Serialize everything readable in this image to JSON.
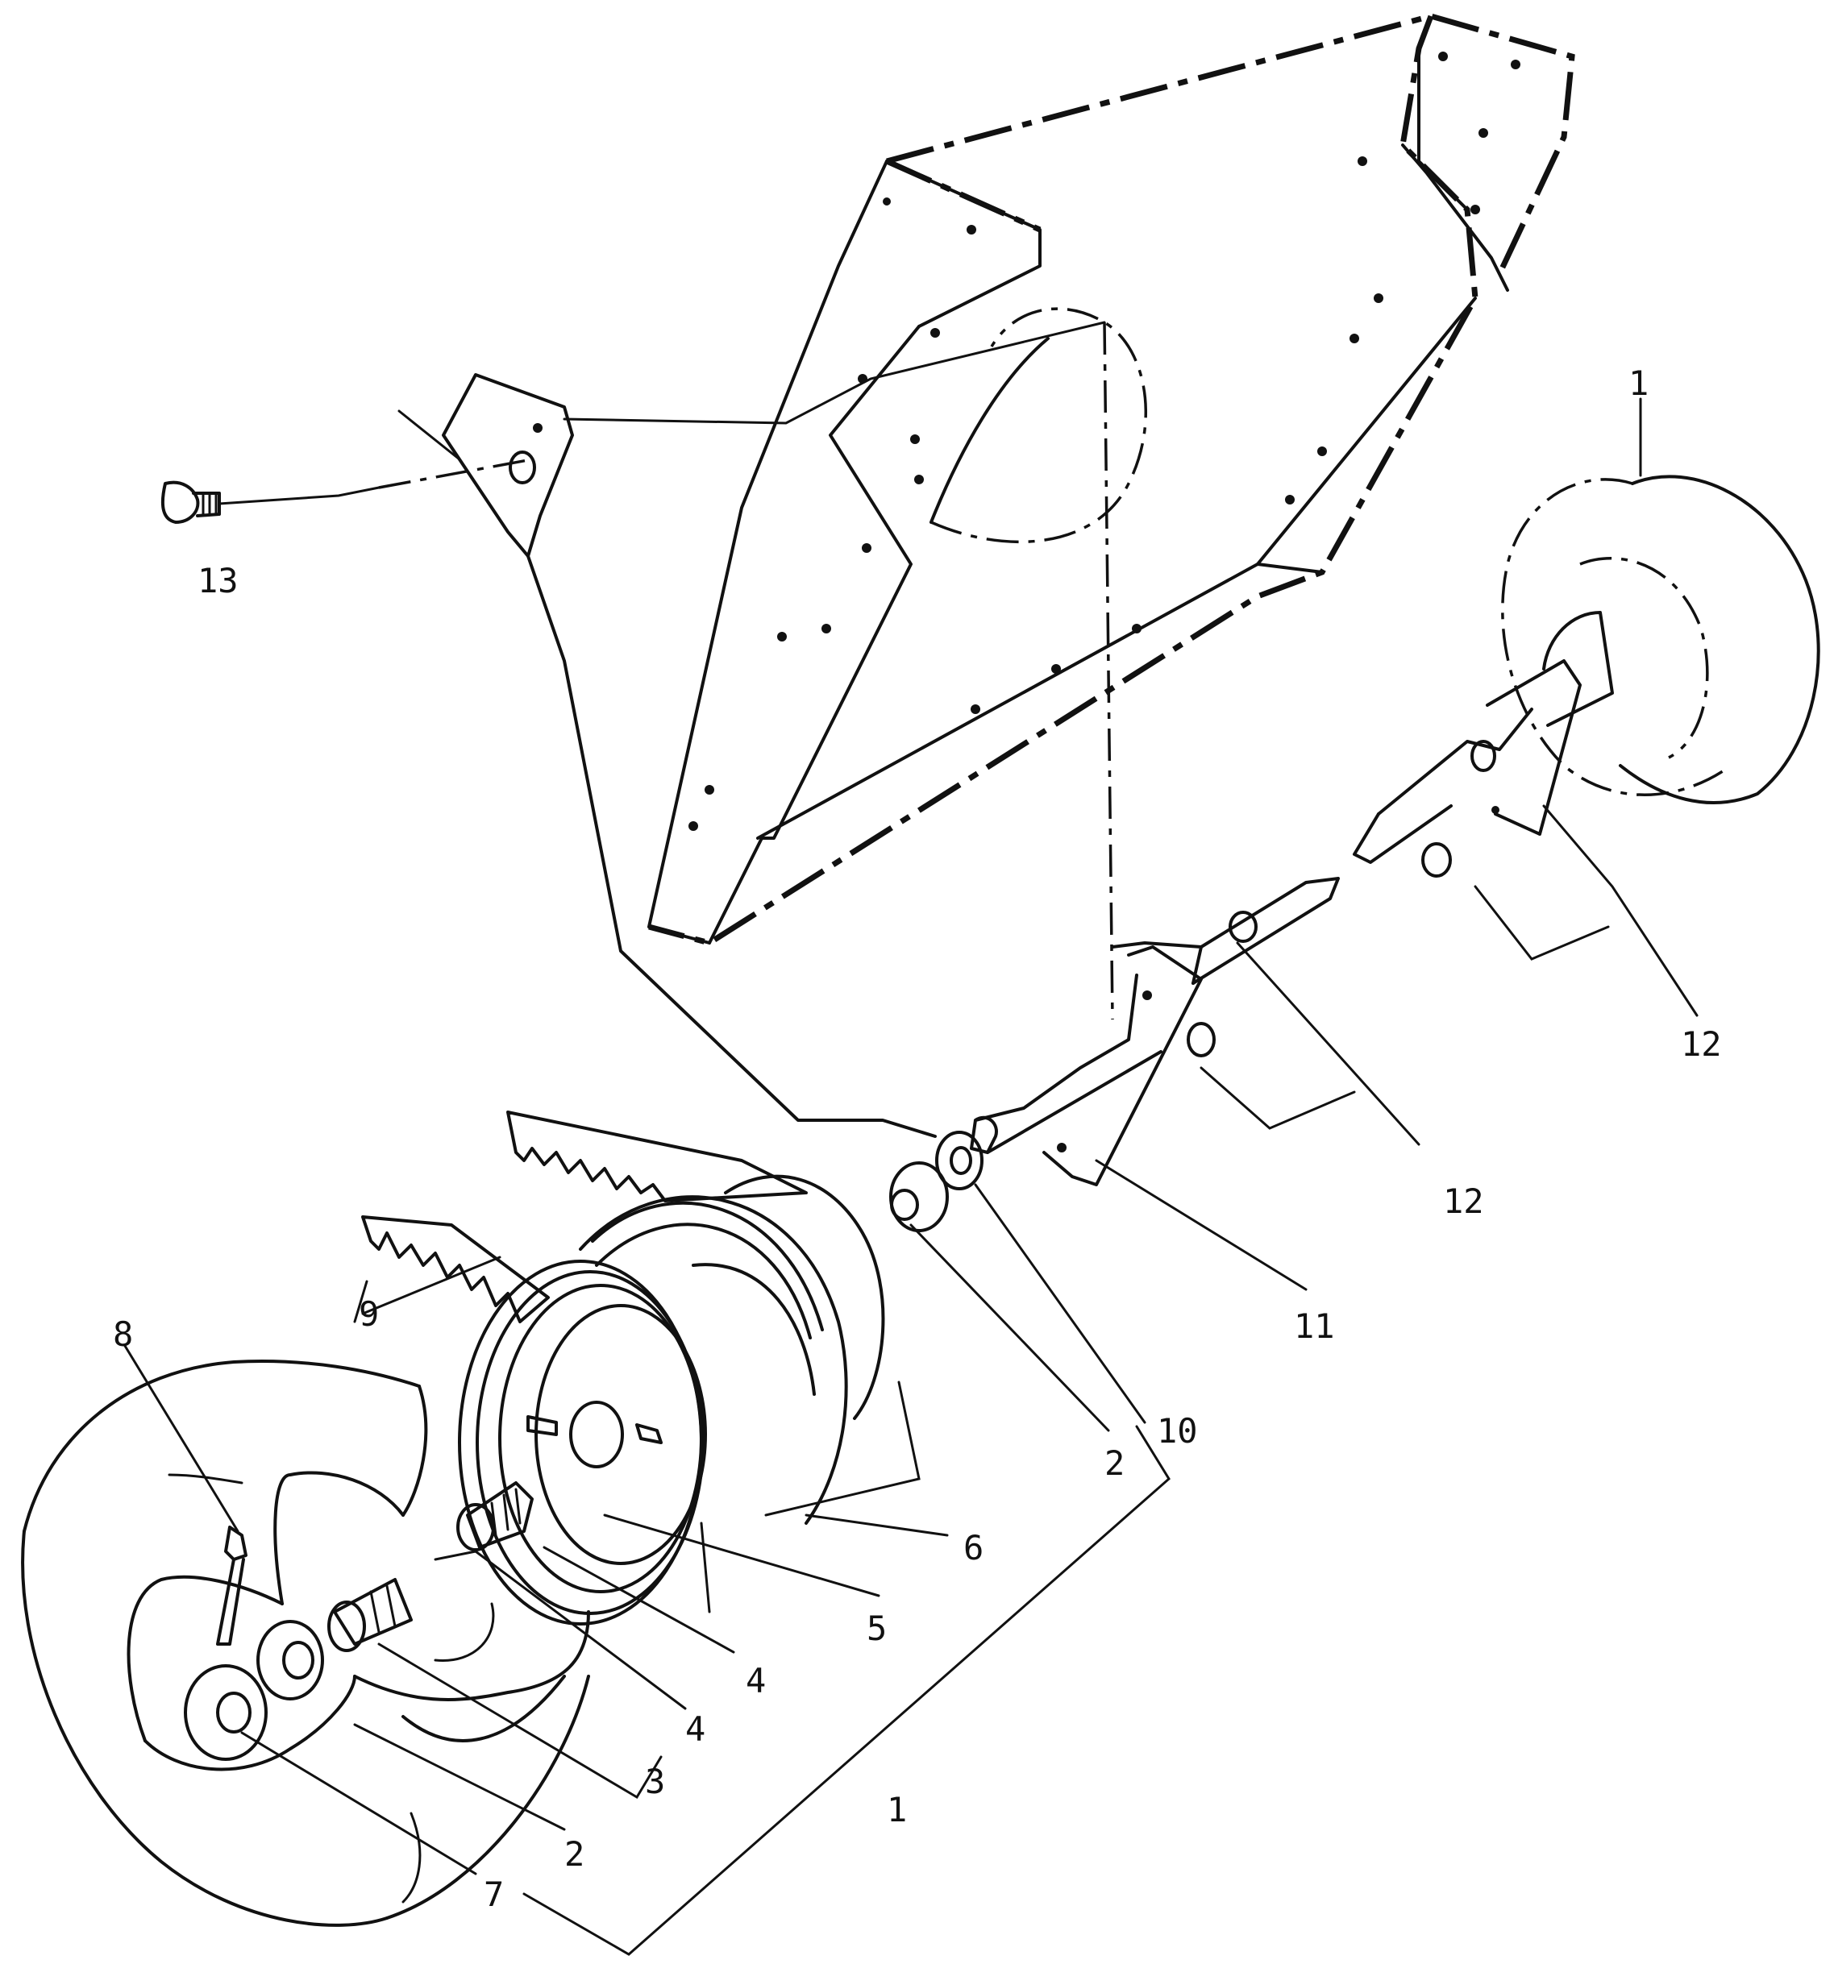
{
  "callouts": [
    {
      "id": "c1-top",
      "label": "1"
    },
    {
      "id": "c13",
      "label": "13"
    },
    {
      "id": "c12-right",
      "label": "12"
    },
    {
      "id": "c12-mid",
      "label": "12"
    },
    {
      "id": "c11",
      "label": "11"
    },
    {
      "id": "c10",
      "label": "10"
    },
    {
      "id": "c2-mid",
      "label": "2"
    },
    {
      "id": "c9",
      "label": "9"
    },
    {
      "id": "c8",
      "label": "8"
    },
    {
      "id": "c6",
      "label": "6"
    },
    {
      "id": "c5",
      "label": "5"
    },
    {
      "id": "c4-a",
      "label": "4"
    },
    {
      "id": "c4-b",
      "label": "4"
    },
    {
      "id": "c3",
      "label": "3"
    },
    {
      "id": "c2-low",
      "label": "2"
    },
    {
      "id": "c1-low",
      "label": "1"
    },
    {
      "id": "c7",
      "label": "7"
    }
  ],
  "colors": {
    "ink": "#111111",
    "paper": "#ffffff"
  }
}
